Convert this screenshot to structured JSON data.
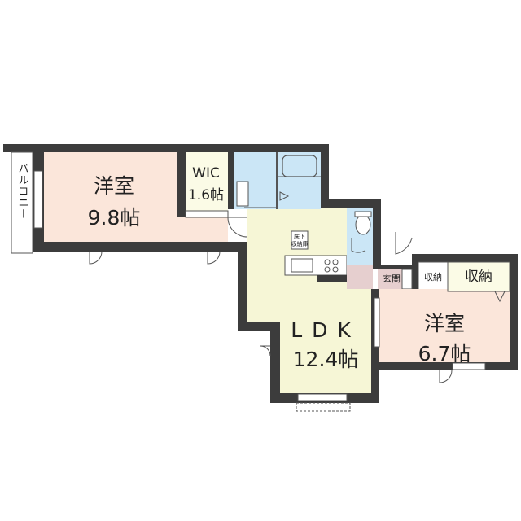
{
  "rooms": {
    "western1": {
      "name": "洋室",
      "size": "9.8帖"
    },
    "wic": {
      "name": "WIC",
      "size": "1.6帖"
    },
    "ldk": {
      "name": "LDK",
      "size": "12.4帖"
    },
    "western2": {
      "name": "洋室",
      "size": "6.7帖"
    },
    "entrance": {
      "name": "玄関"
    },
    "storage_small": {
      "name": "収納"
    },
    "storage_big": {
      "name": "収納"
    },
    "balcony": {
      "name": "バルコニー"
    },
    "floor_storage": {
      "line1": "床下",
      "line2": "収納庫"
    }
  },
  "colors": {
    "wall": "#3c3c3c",
    "western_room": "#fbe6da",
    "ldk": "#f6f6d6",
    "wet_area": "#cbe6f6",
    "entrance": "#e6cfcf",
    "wic": "#fbfbe6"
  }
}
